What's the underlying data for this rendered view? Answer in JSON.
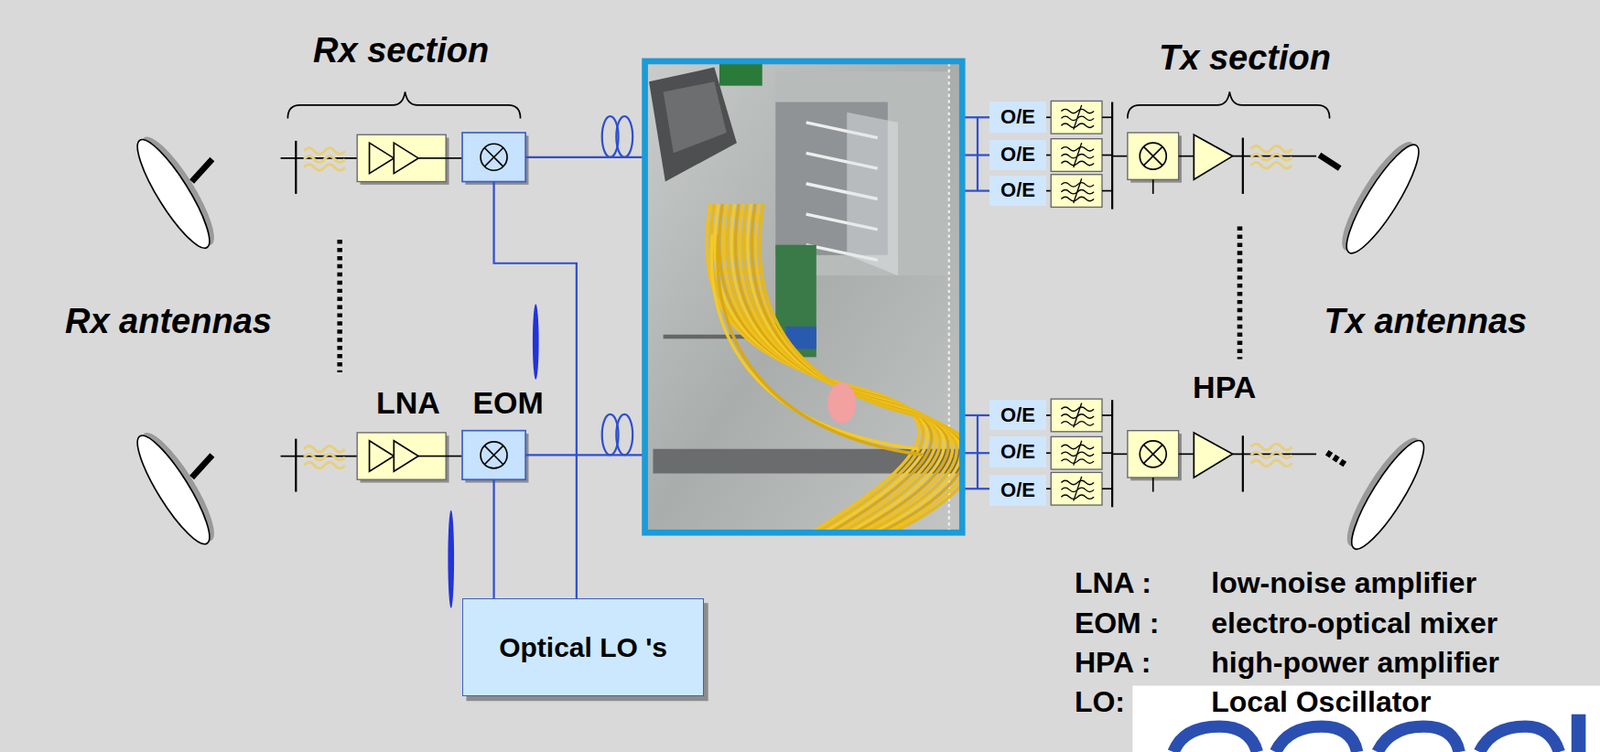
{
  "diagram": {
    "nodes": [
      {
        "text": [
          "O/E"
        ]
      },
      {
        "text": [
          "O/E"
        ]
      },
      {
        "text": [
          "O/E"
        ]
      },
      {
        "text": [
          "O/E"
        ]
      },
      {
        "text": [
          "O/E"
        ]
      },
      {
        "text": [
          "O/E"
        ]
      },
      {
        "text": [
          "Optical LO 's"
        ]
      }
    ],
    "labels": [
      "Rx section",
      "Tx section",
      "Rx antennas",
      "Tx antennas",
      "LNA",
      "EOM",
      "HPA",
      "LNA :",
      "low-noise amplifier",
      "EOM :",
      "electro-optical mixer",
      "HPA :",
      "high-power amplifier",
      "LO:",
      "Local Oscillator"
    ]
  }
}
